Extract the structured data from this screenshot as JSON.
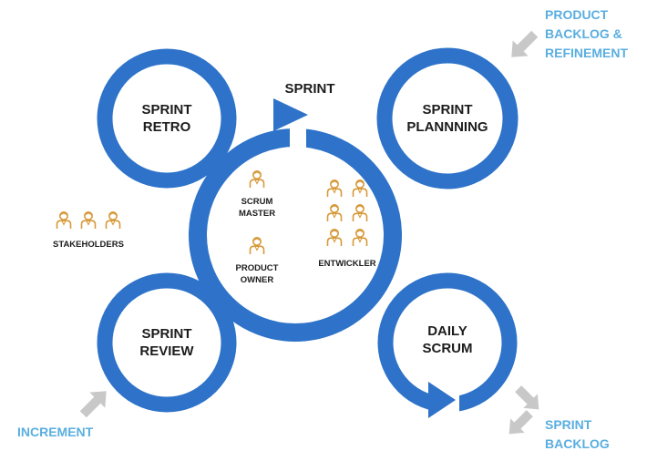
{
  "colors": {
    "ring": "#2e73c9",
    "people": "#d79a3a",
    "external_text": "#5aaee0",
    "arrow_gray": "#c8c8c8",
    "text": "#1c1c1c"
  },
  "center": {
    "sprint_label": "SPRINT",
    "scrum_master": [
      "SCRUM",
      "MASTER"
    ],
    "product_owner": [
      "PRODUCT",
      "OWNER"
    ],
    "developers": "ENTWICKLER"
  },
  "events": {
    "retro": [
      "SPRINT",
      "RETRO"
    ],
    "planning": [
      "SPRINT",
      "PLANNNING"
    ],
    "review": [
      "SPRINT",
      "REVIEW"
    ],
    "daily": [
      "DAILY",
      "SCRUM"
    ]
  },
  "stakeholders_label": "STAKEHOLDERS",
  "artifacts": {
    "product_backlog": [
      "PRODUCT",
      "BACKLOG &",
      "REFINEMENT"
    ],
    "increment": "INCREMENT",
    "sprint_backlog": [
      "SPRINT",
      "BACKLOG"
    ]
  },
  "icons": {
    "person": "person-icon",
    "input_arrow": "arrow-in-icon",
    "output_arrow": "arrow-out-icon",
    "cycle_arrow": "arrowhead-icon"
  }
}
